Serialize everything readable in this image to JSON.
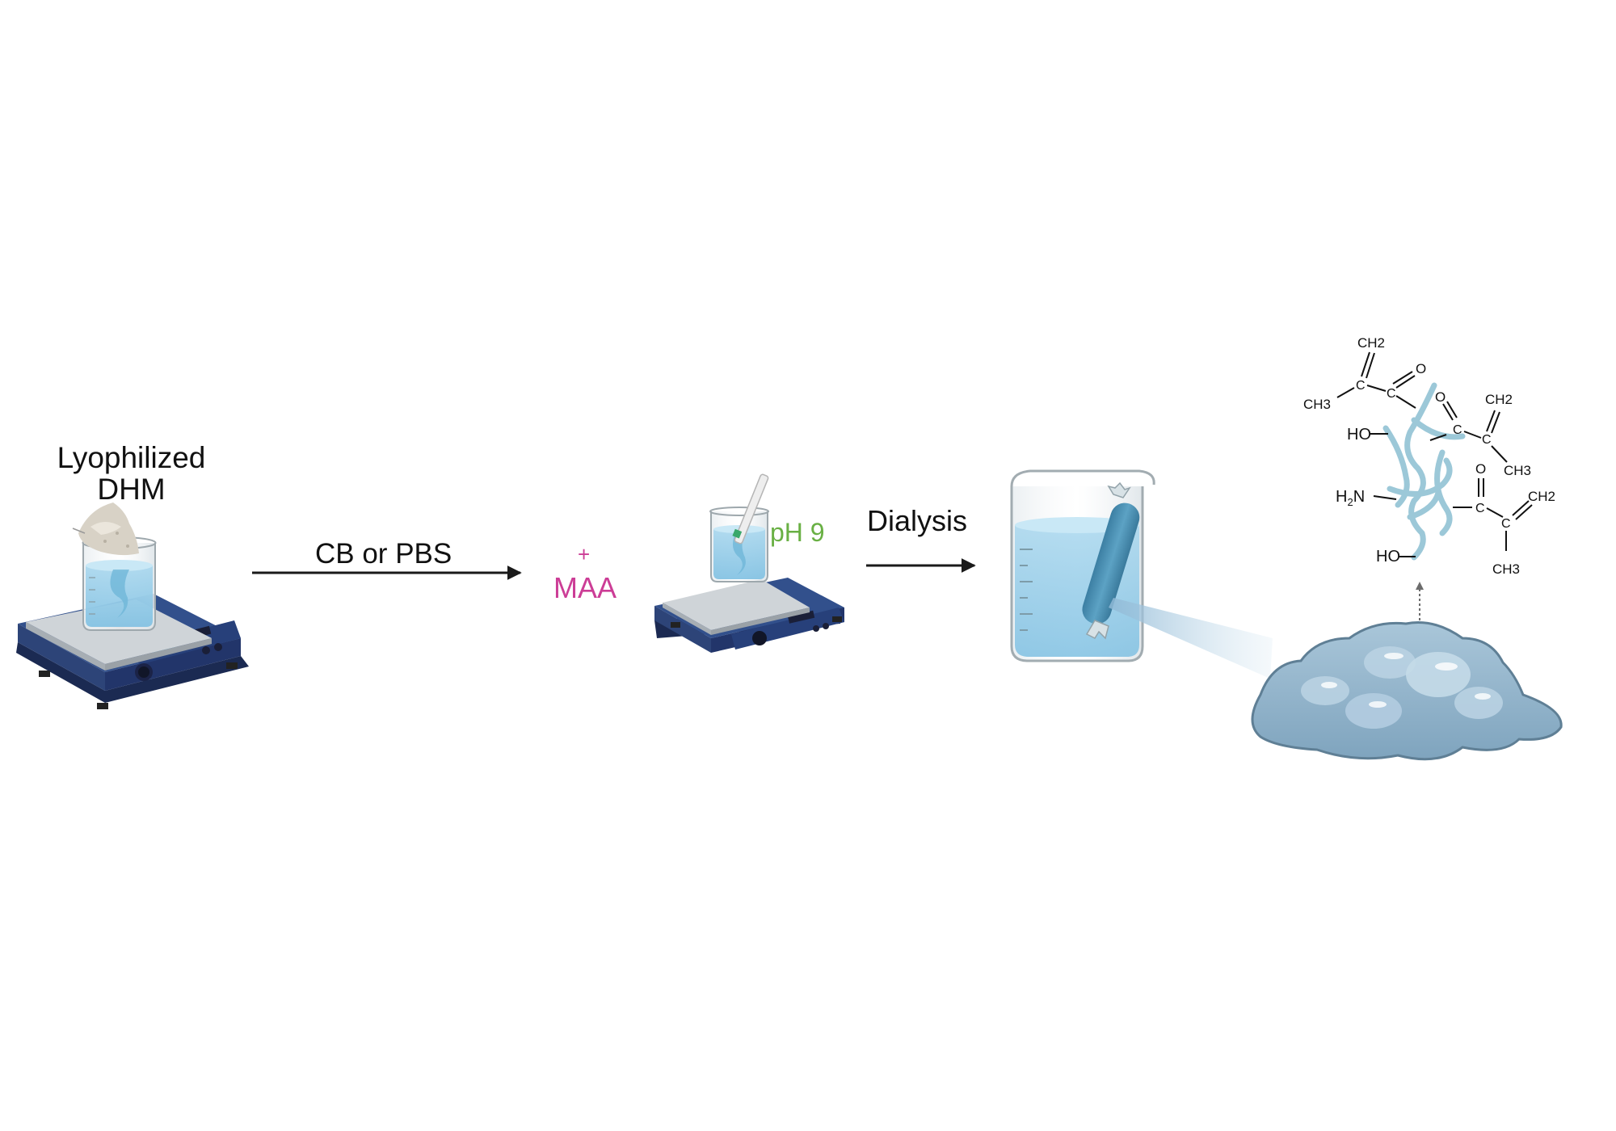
{
  "labels": {
    "title_line1": "Lyophilized",
    "title_line2": "DHM",
    "step1": "CB or PBS",
    "plus": "+",
    "reagent": "MAA",
    "ph": "pH 9",
    "step2": "Dialysis"
  },
  "chemistry": {
    "top_ch2": "CH2",
    "top_o": "O",
    "top_c1": "C",
    "top_c2": "C",
    "top_ch3": "CH3",
    "ho_upper": "HO",
    "mid_o": "O",
    "mid_c1": "C",
    "mid_c2": "C",
    "mid_ch2": "CH2",
    "mid_ch3": "CH3",
    "amine_h": "H",
    "amine_sub": "2",
    "amine_n": "N",
    "low_o": "O",
    "low_c1": "C",
    "low_c2": "C",
    "low_ch2": "CH2",
    "low_ch3": "CH3",
    "ho_lower": "HO"
  },
  "colors": {
    "arrow": "#1a1a1a",
    "reagent": "#cc3d96",
    "ph_label": "#69b044",
    "hydrogel": "#8fb3cb",
    "water": "#b8def0",
    "stirrer_body": "#2b3f72",
    "polymer_chain": "#9cc8d8"
  },
  "icons": [
    "hot-plate-stirrer-icon",
    "beaker-icon",
    "powder-pile-icon",
    "ph-strip-icon",
    "dialysis-tubing-icon",
    "hydrogel-blob-icon"
  ]
}
